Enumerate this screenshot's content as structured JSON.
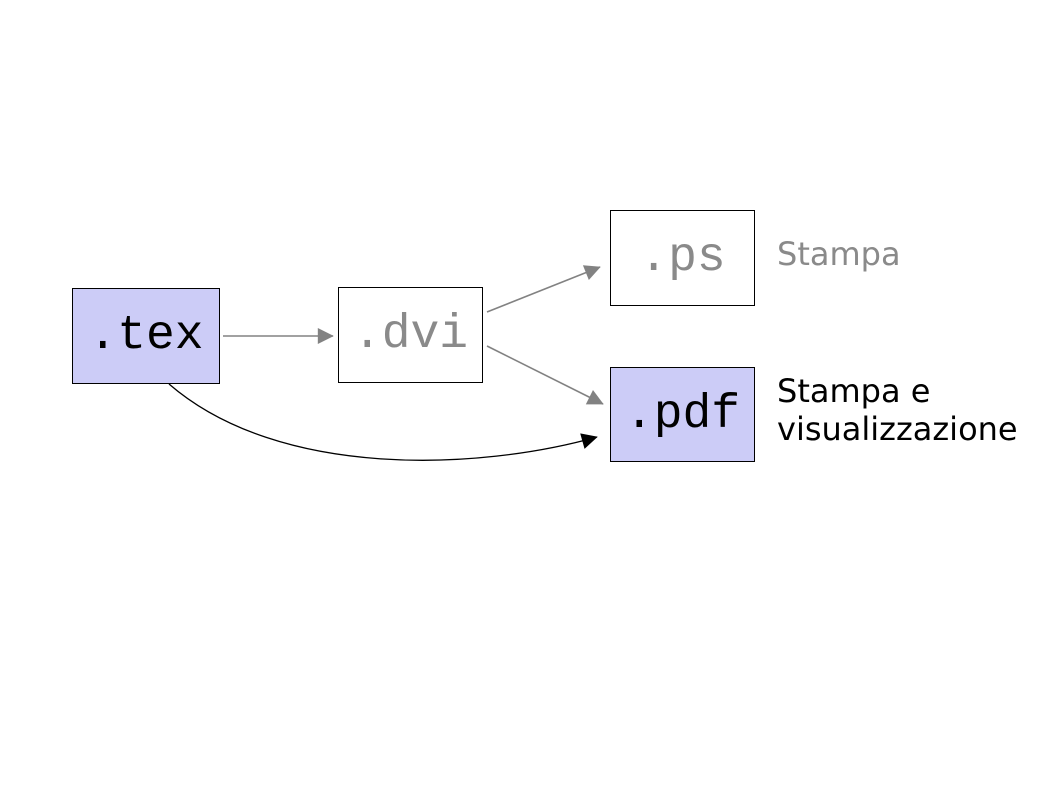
{
  "colors": {
    "background": "#ffffff",
    "node_fill": "#ccccf7",
    "node_border": "#000000",
    "node_text_dark": "#000000",
    "node_text_muted": "#8a8a8a",
    "arrow_gray": "#828282",
    "arrow_black": "#000000"
  },
  "nodes": {
    "tex": {
      "label": ".tex"
    },
    "dvi": {
      "label": ".dvi"
    },
    "ps": {
      "label": ".ps"
    },
    "pdf": {
      "label": ".pdf"
    }
  },
  "annotations": {
    "ps_note": "Stampa",
    "pdf_note_line1": "Stampa e",
    "pdf_note_line2": "visualizzazione"
  },
  "edges": [
    {
      "from": ".tex",
      "to": ".dvi",
      "style": "straight",
      "color": "gray"
    },
    {
      "from": ".dvi",
      "to": ".ps",
      "style": "straight",
      "color": "gray"
    },
    {
      "from": ".dvi",
      "to": ".pdf",
      "style": "straight",
      "color": "gray"
    },
    {
      "from": ".tex",
      "to": ".pdf",
      "style": "curved",
      "color": "black"
    }
  ]
}
